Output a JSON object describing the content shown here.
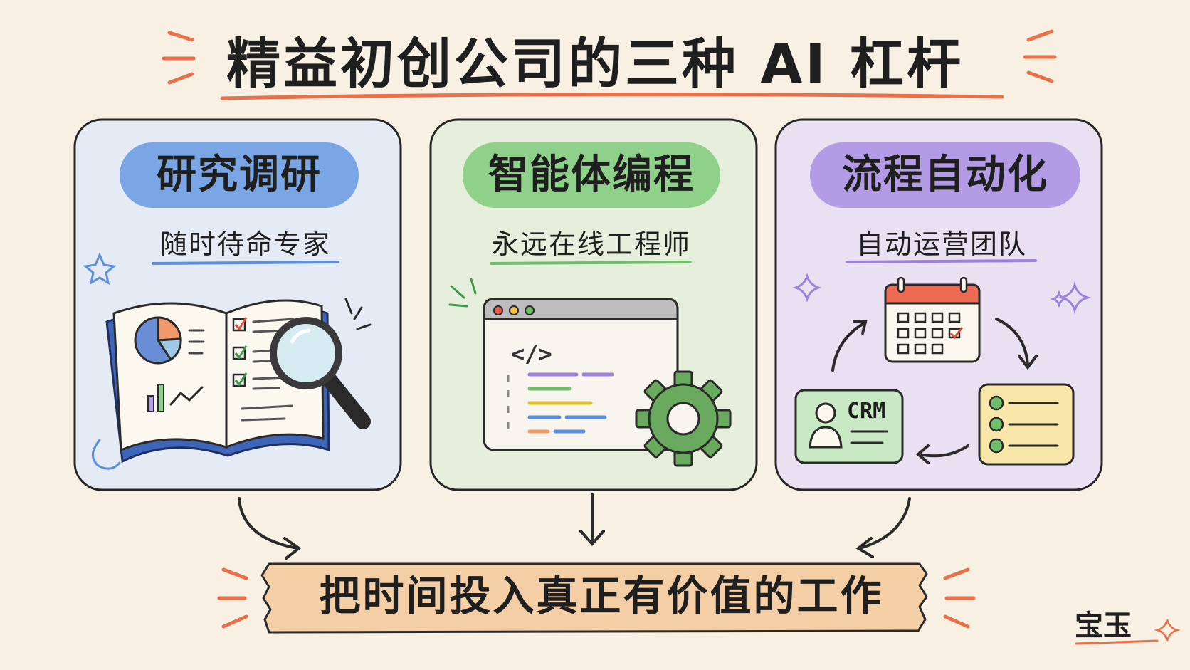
{
  "title": "精益初创公司的三种 AI 杠杆",
  "panels": [
    {
      "title": "研究调研",
      "subtitle": "随时待命专家",
      "accent": "#5d8fe0",
      "bg": "#e4ebf4"
    },
    {
      "title": "智能体编程",
      "subtitle": "永远在线工程师",
      "accent": "#6fbf6a",
      "bg": "#e6efdc"
    },
    {
      "title": "流程自动化",
      "subtitle": "自动运营团队",
      "accent": "#9d82dd",
      "bg": "#e9e0f1"
    }
  ],
  "illustrations": {
    "code_tag": "</>",
    "crm_label": "CRM"
  },
  "bottom_banner": "把时间投入真正有价值的工作",
  "signature": "宝玉",
  "colors": {
    "title_underline": "#e8704a",
    "banner_fill": "#f4cfa5",
    "spark": "#e8704a"
  }
}
